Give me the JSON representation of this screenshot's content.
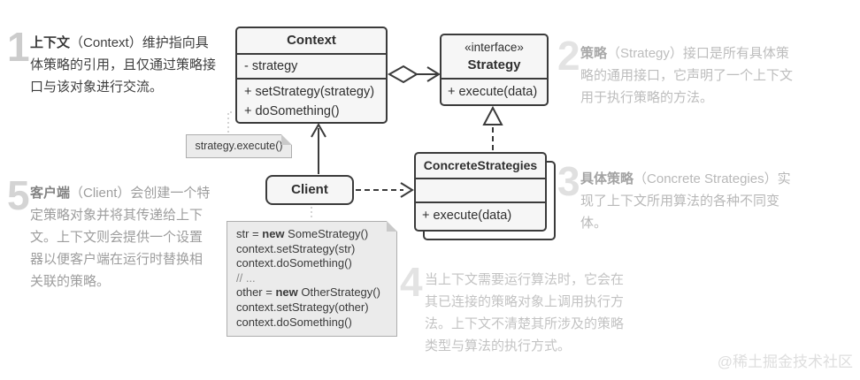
{
  "colors": {
    "stroke": "#3b3b3b",
    "box_fill": "#f6f6f6",
    "note_fill": "#ebebeb",
    "note_border": "#aeaeae",
    "dark_text": "#3f3f3f",
    "watermark_color": "#dedede"
  },
  "uml": {
    "context": {
      "title": "Context",
      "attribute": "- strategy",
      "method1": "+ setStrategy(strategy)",
      "method2": "+ doSomething()"
    },
    "strategy": {
      "stereotype": "«interface»",
      "title": "Strategy",
      "method": "+ execute(data)"
    },
    "concrete": {
      "title": "ConcreteStrategies",
      "method": "+ execute(data)"
    },
    "client": {
      "title": "Client"
    },
    "call_note": "strategy.execute()"
  },
  "code_note": {
    "lines": [
      {
        "pre": "str = ",
        "bold": "new",
        "post": " SomeStrategy()"
      },
      {
        "pre": "context.setStrategy(str)",
        "bold": "",
        "post": ""
      },
      {
        "pre": "context.doSomething()",
        "bold": "",
        "post": ""
      },
      {
        "pre": "// ...",
        "bold": "",
        "post": ""
      },
      {
        "pre": "other = ",
        "bold": "new",
        "post": " OtherStrategy()"
      },
      {
        "pre": "context.setStrategy(other)",
        "bold": "",
        "post": ""
      },
      {
        "pre": "context.doSomething()",
        "bold": "",
        "post": ""
      }
    ]
  },
  "annotations": [
    {
      "num": "1",
      "lead": "上下文",
      "text": "（Context）维护指向具体策略的引用，且仅通过策略接口与该对象进行交流。"
    },
    {
      "num": "2",
      "lead": "策略",
      "text": "（Strategy）接口是所有具体策略的通用接口，它声明了一个上下文用于执行策略的方法。"
    },
    {
      "num": "3",
      "lead": "具体策略",
      "text": "（Concrete Strategies）实现了上下文所用算法的各种不同变体。"
    },
    {
      "num": "4",
      "lead": "",
      "text": "当上下文需要运行算法时，它会在其已连接的策略对象上调用执行方法。上下文不清楚其所涉及的策略类型与算法的执行方式。"
    },
    {
      "num": "5",
      "lead": "客户端",
      "text": "（Client）会创建一个特定策略对象并将其传递给上下文。上下文则会提供一个设置器以便客户端在运行时替换相关联的策略。"
    }
  ],
  "watermark": "@稀土掘金技术社区"
}
